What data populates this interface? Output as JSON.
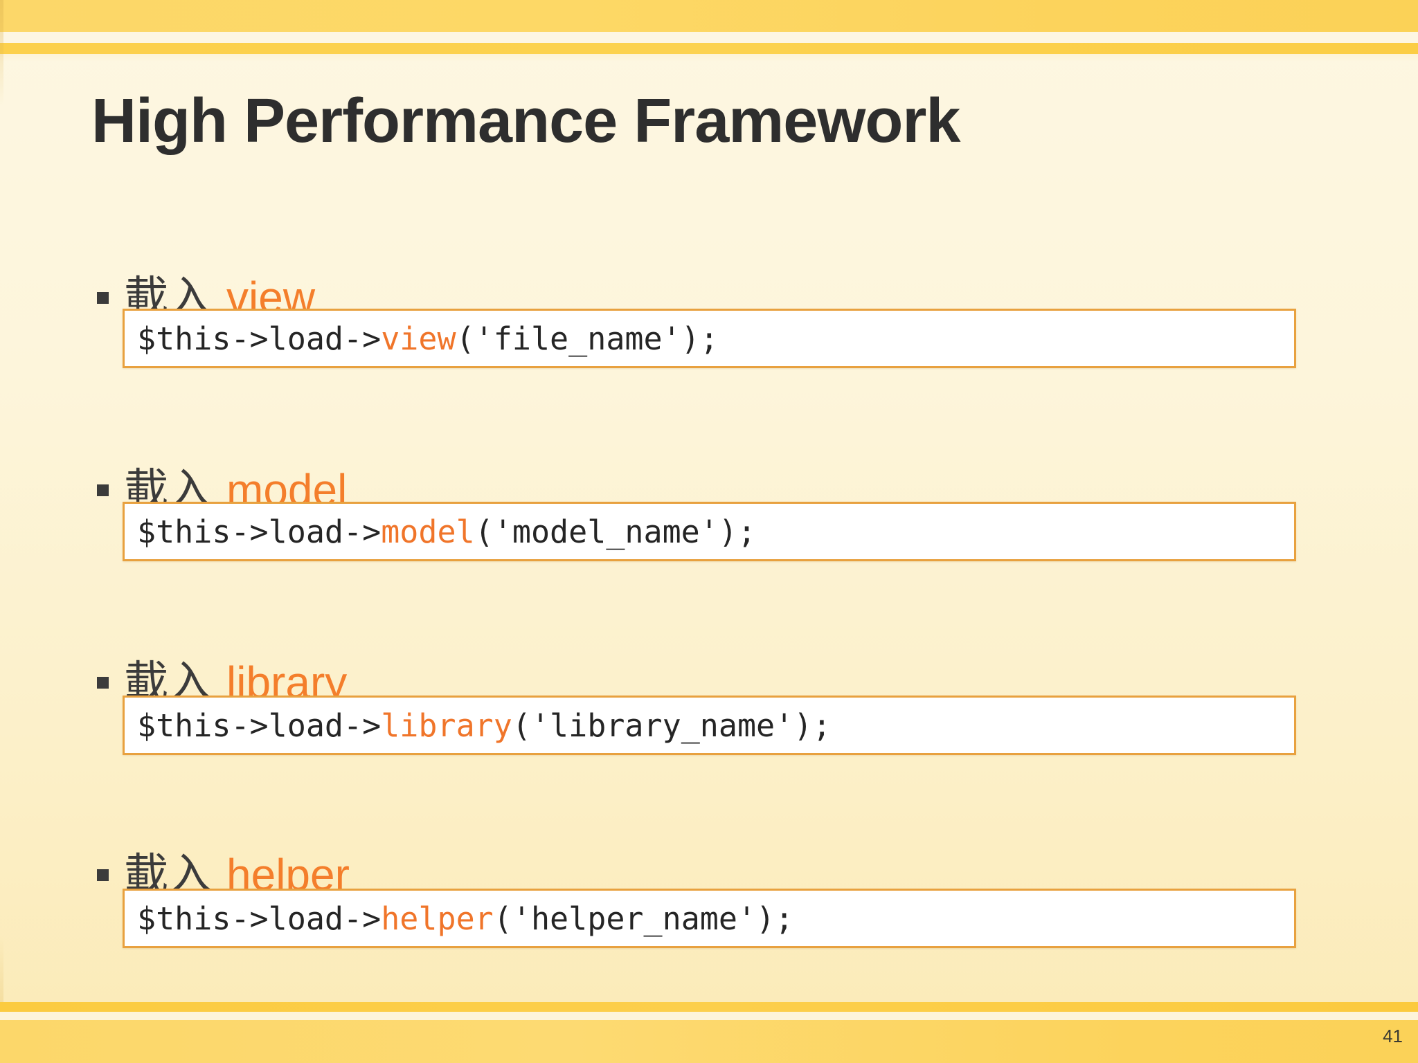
{
  "slide": {
    "title": "High Performance Framework",
    "page_number": "41",
    "bullet_glyph": "square-bullet",
    "colors": {
      "accent_orange": "#f47e2b",
      "code_keyword_orange": "#f0752a",
      "text_dark": "#3b3b3b",
      "title_dark": "#2e2e2e",
      "band_yellow": "#fcd35c",
      "code_border": "#e8a13f",
      "code_background": "#ffffff",
      "slide_background_top": "#fdf7e2",
      "slide_background_bottom": "#fbeab6"
    },
    "items": [
      {
        "label_cjk": "載入",
        "label_keyword": "view",
        "code": {
          "prefix": "$this->load->",
          "keyword": "view",
          "suffix": "('file_name');"
        }
      },
      {
        "label_cjk": "載入",
        "label_keyword": "model",
        "code": {
          "prefix": "$this->load->",
          "keyword": "model",
          "suffix": "('model_name');"
        }
      },
      {
        "label_cjk": "載入",
        "label_keyword": "library",
        "code": {
          "prefix": "$this->load->",
          "keyword": "library",
          "suffix": "('library_name');"
        }
      },
      {
        "label_cjk": "載入",
        "label_keyword": "helper",
        "code": {
          "prefix": "$this->load->",
          "keyword": "helper",
          "suffix": "('helper_name');"
        }
      }
    ]
  }
}
